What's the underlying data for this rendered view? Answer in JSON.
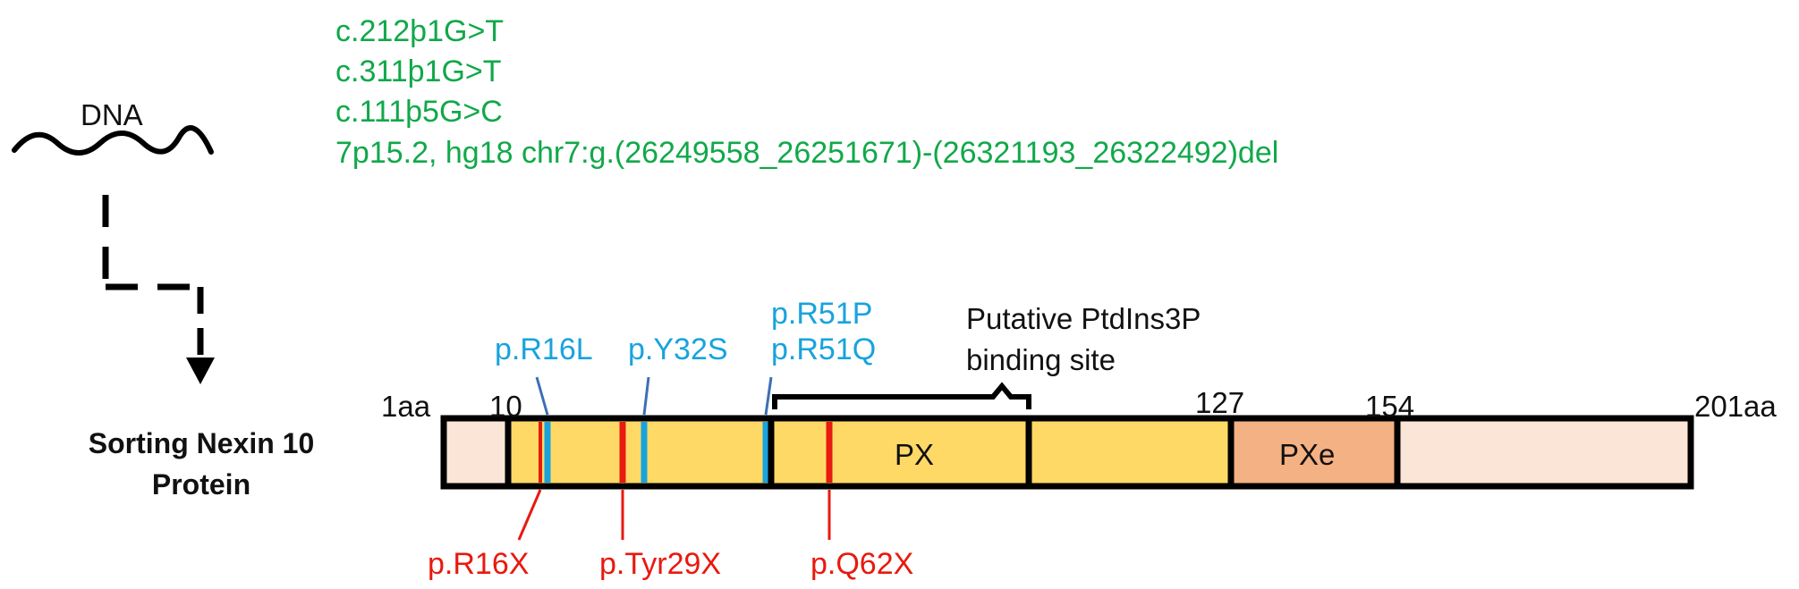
{
  "dna": {
    "label": "DNA"
  },
  "variants_dna": [
    "c.212þ1G>T",
    "c.311þ1G>T",
    "c.111þ5G>C",
    "7p15.2, hg18 chr7:g.(26249558_26251671)-(26321193_26322492)del"
  ],
  "protein": {
    "label_line1": "Sorting Nexin 10",
    "label_line2": "Protein"
  },
  "positions": {
    "start": "1aa",
    "p10": "10",
    "p127": "127",
    "p154": "154",
    "end": "201aa"
  },
  "domains": {
    "px": "PX",
    "pxe": "PXe"
  },
  "binding_site": {
    "line1": "Putative PtdIns3P",
    "line2": "binding site"
  },
  "missense": [
    {
      "label": "p.R16L"
    },
    {
      "label": "p.Y32S"
    },
    {
      "label": "p.R51P"
    },
    {
      "label": "p.R51Q"
    }
  ],
  "nonsense": [
    {
      "label": "p.R16X"
    },
    {
      "label": "p.Tyr29X"
    },
    {
      "label": "p.Q62X"
    }
  ],
  "colors": {
    "variant_text": "#11a84a",
    "missense": "#19a3dd",
    "missense_leader": "#3d6fb5",
    "nonsense": "#e8190f",
    "px_domain": "#ffd966",
    "pxe_domain": "#f4b183",
    "terminal": "#fbe5d6",
    "outline": "#000000"
  }
}
